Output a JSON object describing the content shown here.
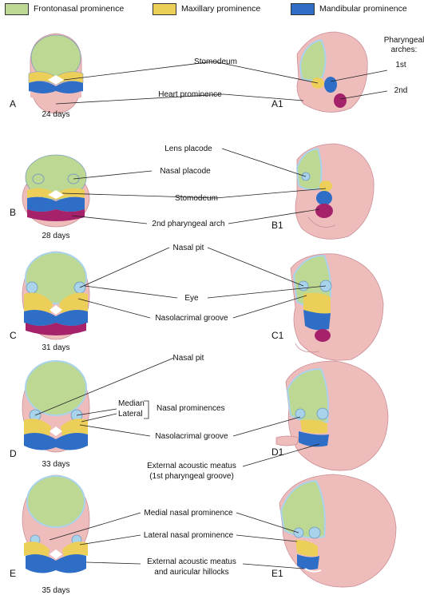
{
  "legend": [
    {
      "label": "Frontonasal prominence",
      "color": "#bcd892"
    },
    {
      "label": "Maxillary prominence",
      "color": "#eccf59"
    },
    {
      "label": "Mandibular prominence",
      "color": "#2e6ec6"
    }
  ],
  "colors": {
    "skin": "#efbcbc",
    "skin_dark": "#d58f99",
    "frontonasal": "#bcd892",
    "maxillary": "#eccf59",
    "mandibular": "#2e6ec6",
    "arch2": "#a5226a",
    "rim": "#a9d3ea"
  },
  "rows": [
    {
      "letter": "A",
      "letter_side": "A1",
      "days": "24 days"
    },
    {
      "letter": "B",
      "letter_side": "B1",
      "days": "28 days"
    },
    {
      "letter": "C",
      "letter_side": "C1",
      "days": "31 days"
    },
    {
      "letter": "D",
      "letter_side": "D1",
      "days": "33 days"
    },
    {
      "letter": "E",
      "letter_side": "E1",
      "days": "35 days"
    }
  ],
  "labels": {
    "stomodeum_a": "Stomodeum",
    "heart": "Heart prominence",
    "pharyngeal_line1": "Pharyngeal",
    "pharyngeal_line2": "arches:",
    "arch_1st": "1st",
    "arch_2nd": "2nd",
    "lens": "Lens placode",
    "nasal_placode": "Nasal placode",
    "stomodeum_b": "Stomodeum",
    "second_arch": "2nd pharyngeal arch",
    "nasal_pit_c": "Nasal pit",
    "eye": "Eye",
    "nasolacrimal_c": "Nasolacrimal groove",
    "nasal_pit_d": "Nasal pit",
    "median": "Median",
    "lateral": "Lateral",
    "nasal_prominences": "Nasal prominences",
    "nasolacrimal_d": "Nasolacrimal groove",
    "eam_line1": "External acoustic meatus",
    "eam_line2": "(1st pharyngeal groove)",
    "medial_nasal": "Medial nasal prominence",
    "lateral_nasal": "Lateral nasal prominence",
    "eam_e_line1": "External acoustic meatus",
    "eam_e_line2": "and auricular hillocks"
  }
}
